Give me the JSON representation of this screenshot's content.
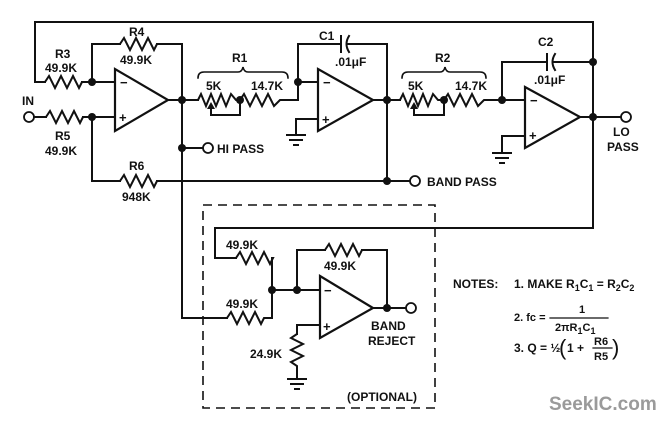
{
  "labels": {
    "in": "IN",
    "r3": "R3",
    "r3_val": "49.9K",
    "r4": "R4",
    "r4_val": "49.9K",
    "r5": "R5",
    "r5_val": "49.9K",
    "r6": "R6",
    "r6_val": "948K",
    "r1": "R1",
    "r1_pot": "5K",
    "r1_fixed": "14.7K",
    "c1": "C1",
    "c1_val": ".01μF",
    "r2": "R2",
    "r2_pot": "5K",
    "r2_fixed": "14.7K",
    "c2": "C2",
    "c2_val": ".01μF",
    "hi_pass": "HI PASS",
    "band_pass": "BAND PASS",
    "lo_pass_1": "LO",
    "lo_pass_2": "PASS",
    "br_r_top": "49.9K",
    "br_r_bot": "49.9K",
    "br_r_fb": "49.9K",
    "br_r_gnd": "24.9K",
    "band_reject_1": "BAND",
    "band_reject_2": "REJECT",
    "optional": "(OPTIONAL)",
    "minus": "−",
    "plus": "+"
  },
  "notes": {
    "heading": "NOTES:",
    "n1_prefix": "1. MAKE R",
    "n1_s1": "1",
    "n1_c": "C",
    "n1_s2": "1",
    "n1_eq": " = R",
    "n1_s3": "2",
    "n1_c2": "C",
    "n1_s4": "2",
    "n2_prefix": "2. fc = ",
    "n2_num": "1",
    "n2_den": "2πR",
    "n2_den_s1": "1",
    "n2_den_c": "C",
    "n2_den_s2": "1",
    "n3_prefix": "3. Q = ½",
    "n3_open": "(",
    "n3_one": "1 + ",
    "n3_num": "R6",
    "n3_den": "R5",
    "n3_close": ")"
  },
  "watermark": "SeekIC.com"
}
